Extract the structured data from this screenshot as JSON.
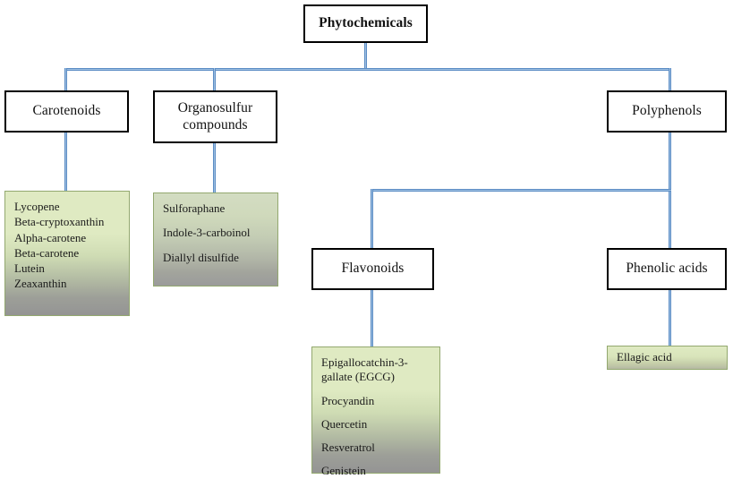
{
  "diagram": {
    "title": "Phytochemicals classification",
    "accent_line_color": "#5b8cc4",
    "node_border_color": "#000000",
    "leaf_border_color": "#93a86f",
    "leaf_gradient_top": "#dfeac2",
    "leaf_gradient_bottom": "#949494"
  },
  "nodes": {
    "root": {
      "label": "Phytochemicals"
    },
    "carotenoids": {
      "label": "Carotenoids"
    },
    "organosulfur": {
      "label": "Organosulfur\ncompounds"
    },
    "polyphenols": {
      "label": "Polyphenols"
    },
    "flavonoids": {
      "label": "Flavonoids"
    },
    "phenolic_acids": {
      "label": "Phenolic acids"
    }
  },
  "leaves": {
    "carotenoids_list": {
      "items": [
        "Lycopene",
        "Beta-cryptoxanthin",
        "Alpha-carotene",
        "Beta-carotene",
        "Lutein",
        "Zeaxanthin"
      ]
    },
    "organosulfur_list": {
      "items": [
        "Sulforaphane",
        "Indole-3-carboinol",
        "Diallyl disulfide"
      ]
    },
    "flavonoids_list": {
      "items": [
        "Epigallocatchin-3-\ngallate (EGCG)",
        "Procyandin",
        "Quercetin",
        "Resveratrol",
        "Genistein"
      ]
    },
    "phenolic_acids_list": {
      "items": [
        "Ellagic acid"
      ]
    }
  }
}
